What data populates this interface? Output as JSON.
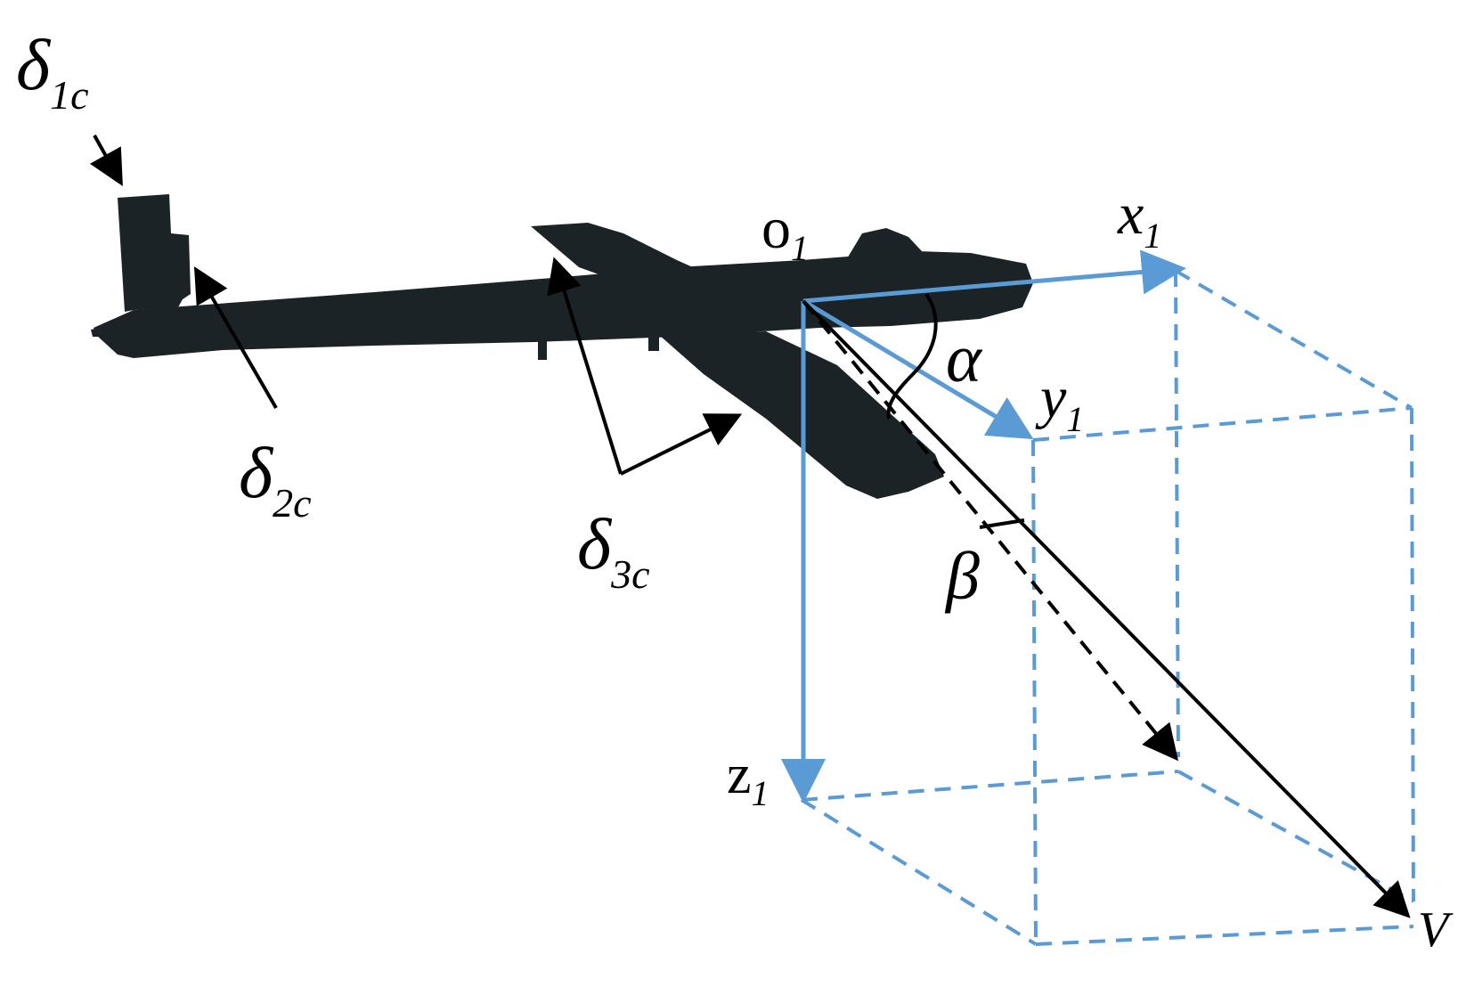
{
  "labels": {
    "delta1": {
      "sym": "δ",
      "sub": "1c"
    },
    "delta2": {
      "sym": "δ",
      "sub": "2c"
    },
    "delta3": {
      "sym": "δ",
      "sub": "3c"
    },
    "origin": {
      "sym": "o",
      "sub": "1"
    },
    "x_axis": {
      "sym": "x",
      "sub": "1"
    },
    "y_axis": {
      "sym": "y",
      "sub": "1"
    },
    "z_axis": {
      "sym": "z",
      "sub": "1"
    },
    "alpha": "α",
    "beta": "β",
    "velocity": "V"
  },
  "colors": {
    "axis": "#5b9bd5",
    "aircraft": "#1c2326",
    "annotation": "#000000"
  }
}
